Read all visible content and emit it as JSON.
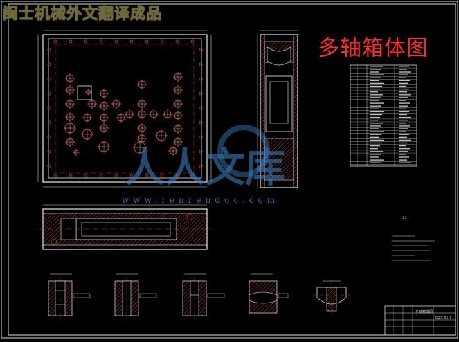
{
  "watermark": {
    "top_left": "闽士机械外文翻译成品",
    "site_logo": "人人文库",
    "site_url": "www.renrendoc.com"
  },
  "drawing": {
    "title": "多轴箱体图",
    "scale_note": "1:2",
    "title_block_name": "多轴箱体图",
    "title_block_code": "DZX-01-1"
  },
  "colors": {
    "background": "#000000",
    "outline": "#e8e8e8",
    "hatch": "#d04040",
    "hole": "#d04040",
    "centerline": "#c03030",
    "title": "#ff2a2a",
    "watermark_logo": "#3d7fbf"
  }
}
